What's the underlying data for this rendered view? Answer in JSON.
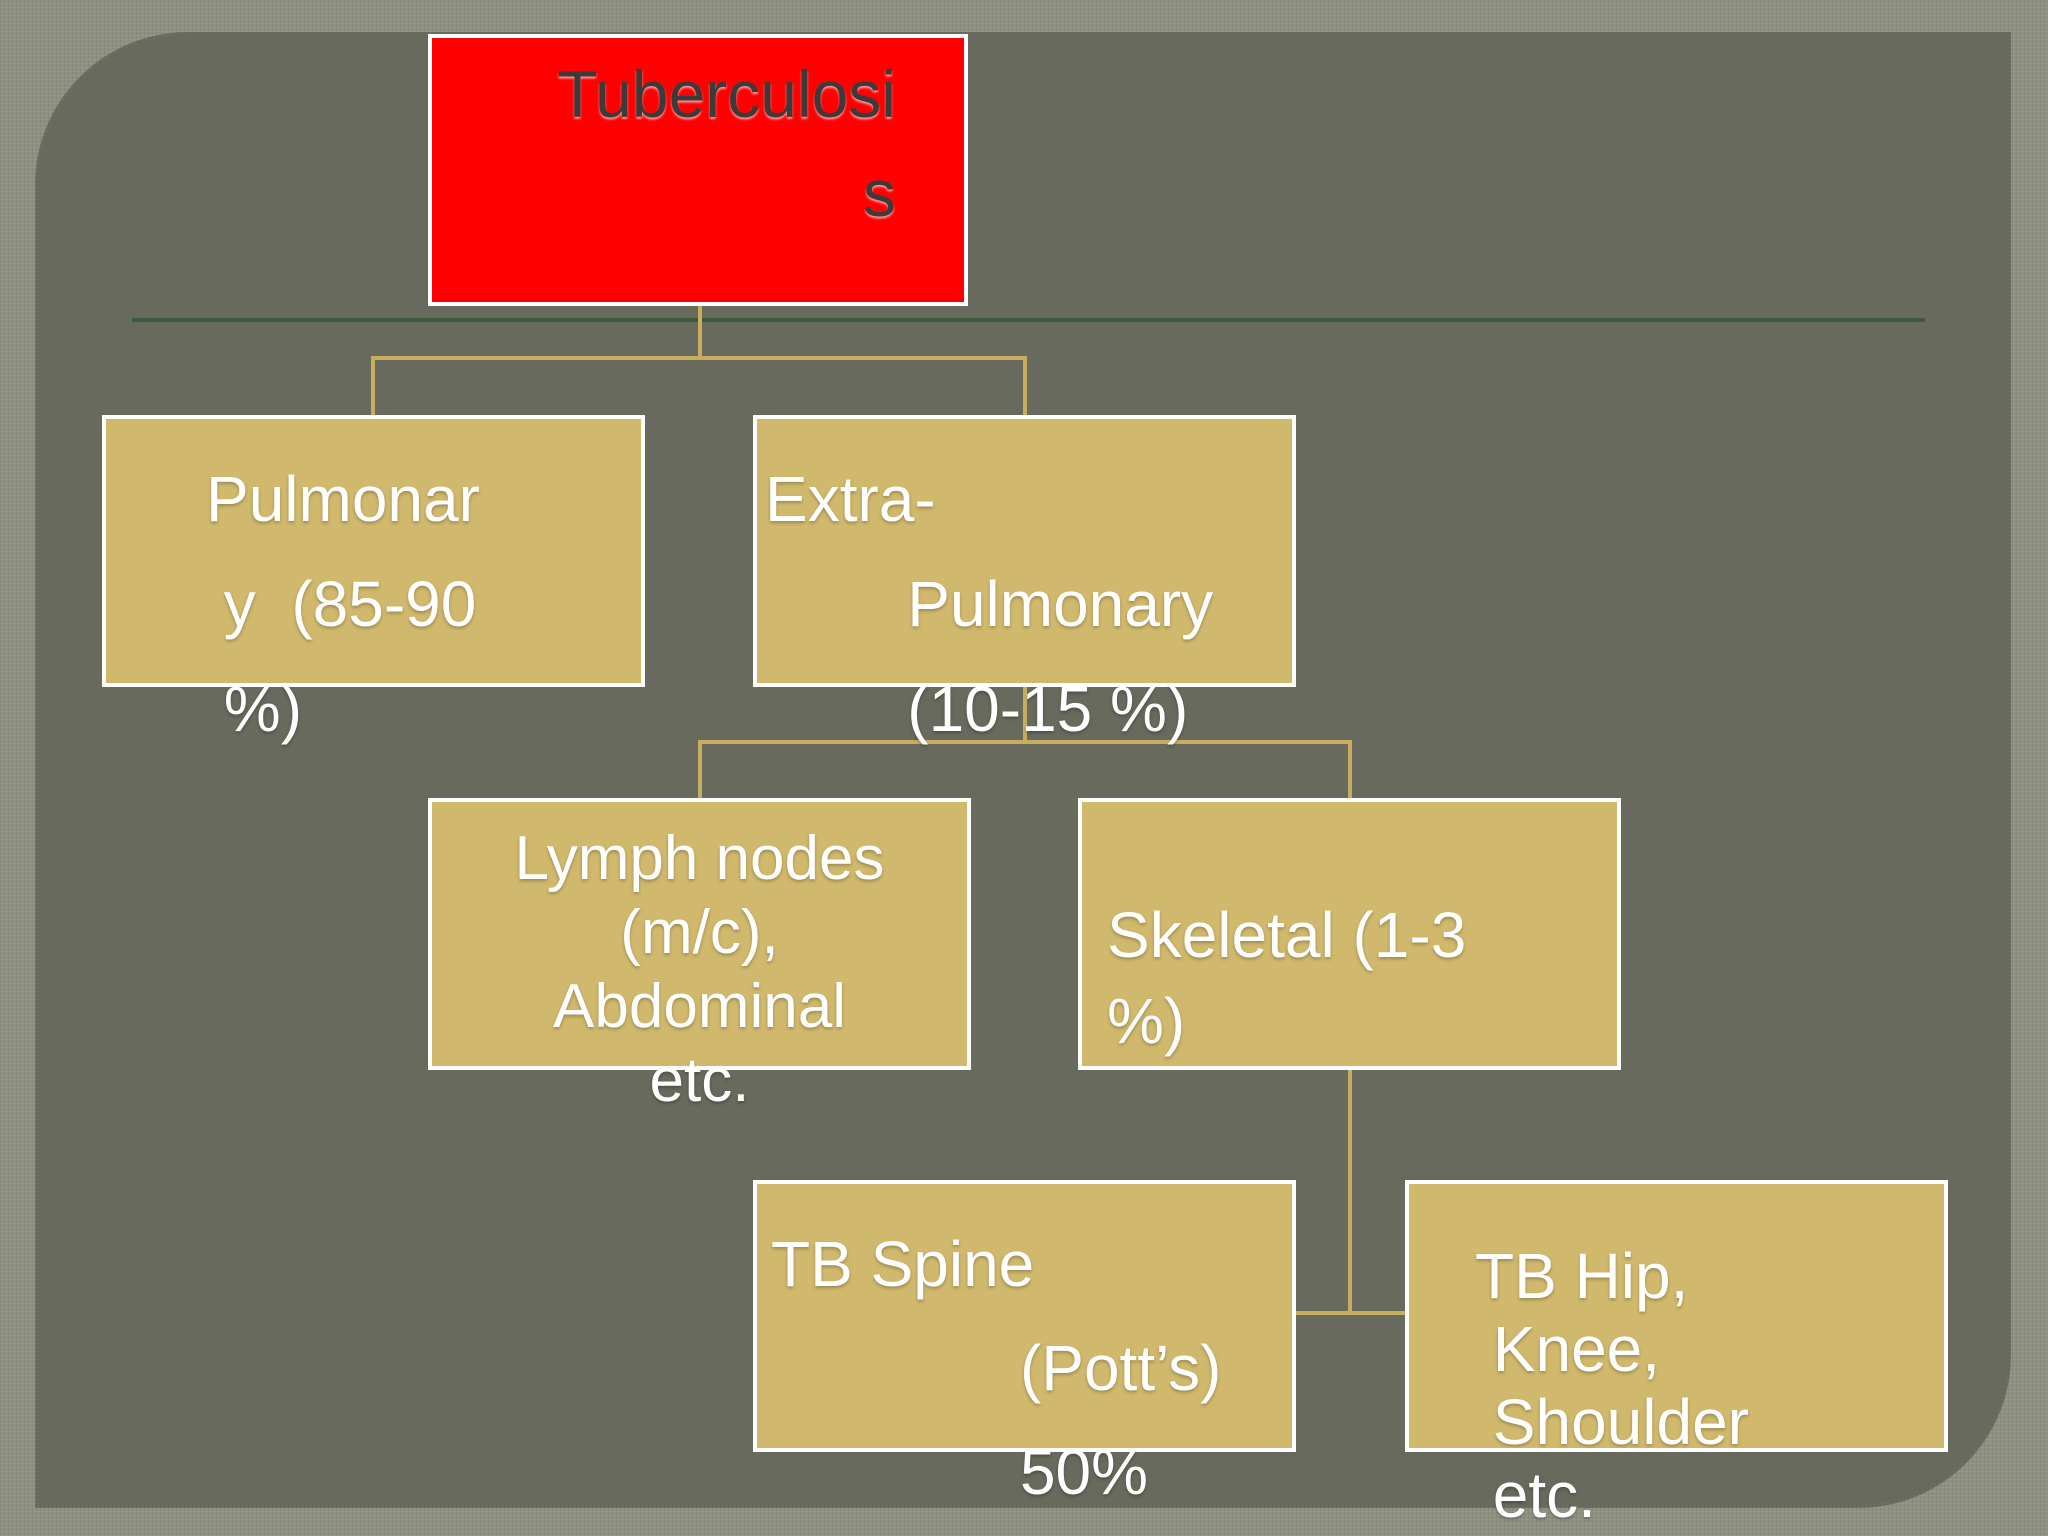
{
  "slide": {
    "root": {
      "label": "Tuberculosi\ns"
    },
    "pulmonary": {
      "label": "Pulmonar\n y  (85-90\n %)"
    },
    "extra_pulmonary": {
      "label": "Extra-\n        Pulmonary\n        (10-15 %)"
    },
    "lymph_nodes": {
      "label": "Lymph nodes\n(m/c),\nAbdominal\netc."
    },
    "skeletal": {
      "label": "Skeletal (1-3\n%)"
    },
    "tb_spine": {
      "label": "TB Spine\n              (Pott’s)\n              50%"
    },
    "tb_hip": {
      "label": "TB Hip,\n Knee,\n Shoulder\n etc."
    }
  },
  "colors": {
    "root_fill": "#ff0000",
    "node_fill": "#d0b86c",
    "connector": "#c8ad5c",
    "divider": "#3f5a3a"
  }
}
